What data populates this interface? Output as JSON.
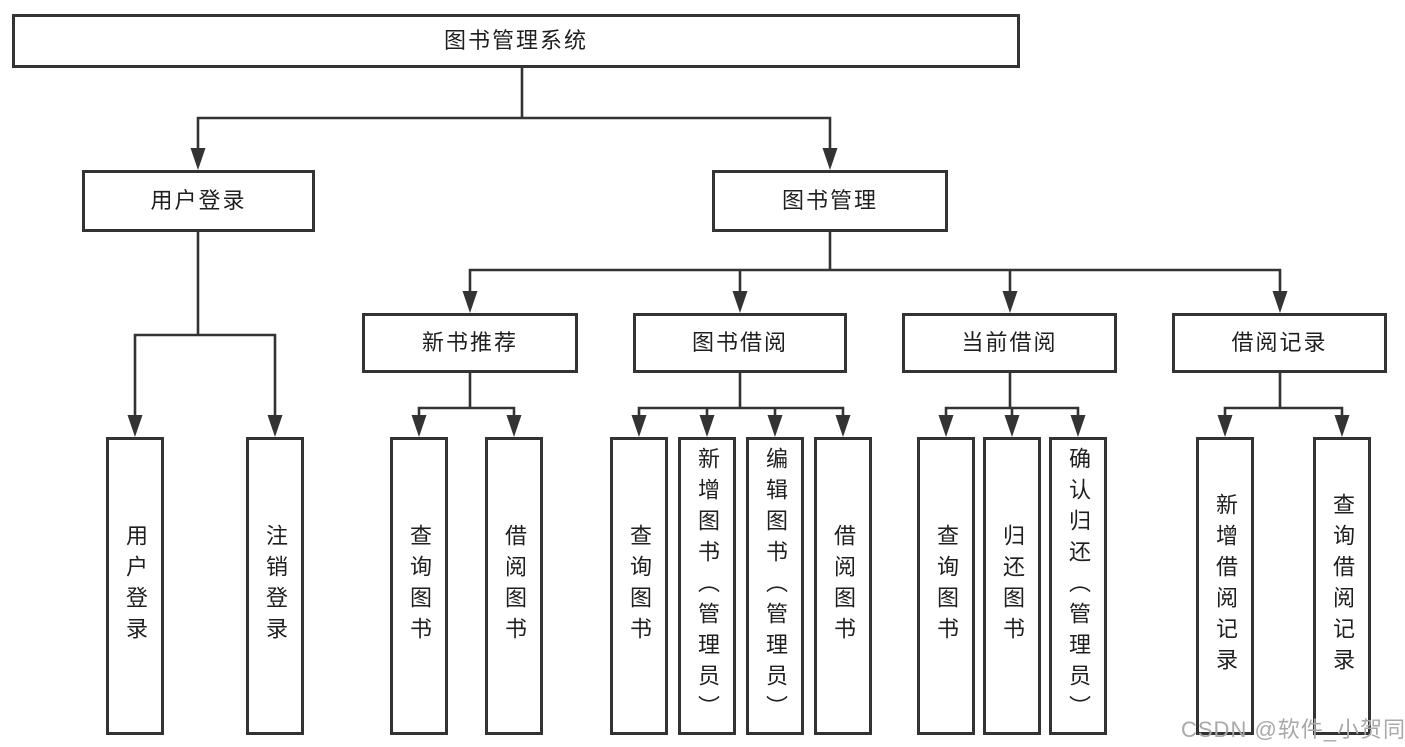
{
  "diagram": {
    "type": "tree",
    "root": {
      "label": "图书管理系统",
      "children": [
        {
          "label": "用户登录",
          "children": [
            {
              "label": "用户登录"
            },
            {
              "label": "注销登录"
            }
          ]
        },
        {
          "label": "图书管理",
          "children": [
            {
              "label": "新书推荐",
              "children": [
                {
                  "label": "查询图书"
                },
                {
                  "label": "借阅图书"
                }
              ]
            },
            {
              "label": "图书借阅",
              "children": [
                {
                  "label": "查询图书"
                },
                {
                  "label": "新增图书（管理员）"
                },
                {
                  "label": "编辑图书（管理员）"
                },
                {
                  "label": "借阅图书"
                }
              ]
            },
            {
              "label": "当前借阅",
              "children": [
                {
                  "label": "查询图书"
                },
                {
                  "label": "归还图书"
                },
                {
                  "label": "确认归还（管理员）"
                }
              ]
            },
            {
              "label": "借阅记录",
              "children": [
                {
                  "label": "新增借阅记录"
                },
                {
                  "label": "查询借阅记录"
                }
              ]
            }
          ]
        }
      ]
    },
    "colors": {
      "line": "#333333",
      "text": "#1f1f1f",
      "watermark": "#a9a9a9",
      "background": "#ffffff"
    }
  },
  "watermark": "CSDN @软件_小贺同学"
}
